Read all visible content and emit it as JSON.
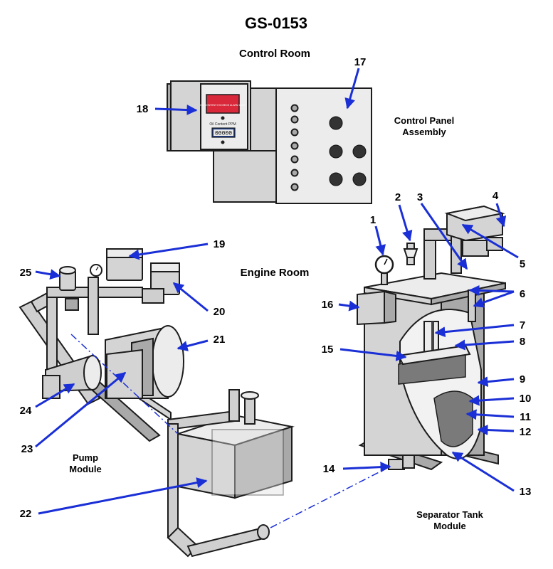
{
  "title": "GS-0153",
  "sections": {
    "control_room": "Control Room",
    "control_panel_line1": "Control Panel",
    "control_panel_line2": "Assembly",
    "engine_room": "Engine Room",
    "pump_module_line1": "Pump",
    "pump_module_line2": "Module",
    "separator_line1": "Separator Tank",
    "separator_line2": "Module"
  },
  "display_panel": {
    "readout": "00000",
    "caption": "Oil Content PPM",
    "alarm_text": "OIL CONTENT EXCEEDS ALARM LIMIT"
  },
  "callouts": [
    "1",
    "2",
    "3",
    "4",
    "5",
    "6",
    "7",
    "8",
    "9",
    "10",
    "11",
    "12",
    "13",
    "14",
    "15",
    "16",
    "17",
    "18",
    "19",
    "20",
    "21",
    "22",
    "23",
    "24",
    "25"
  ],
  "colors": {
    "arrow": "#1a2fd6",
    "metal": "#d4d4d4",
    "alarm_red": "#d8283a",
    "readout_blue": "#1f3f8f"
  }
}
